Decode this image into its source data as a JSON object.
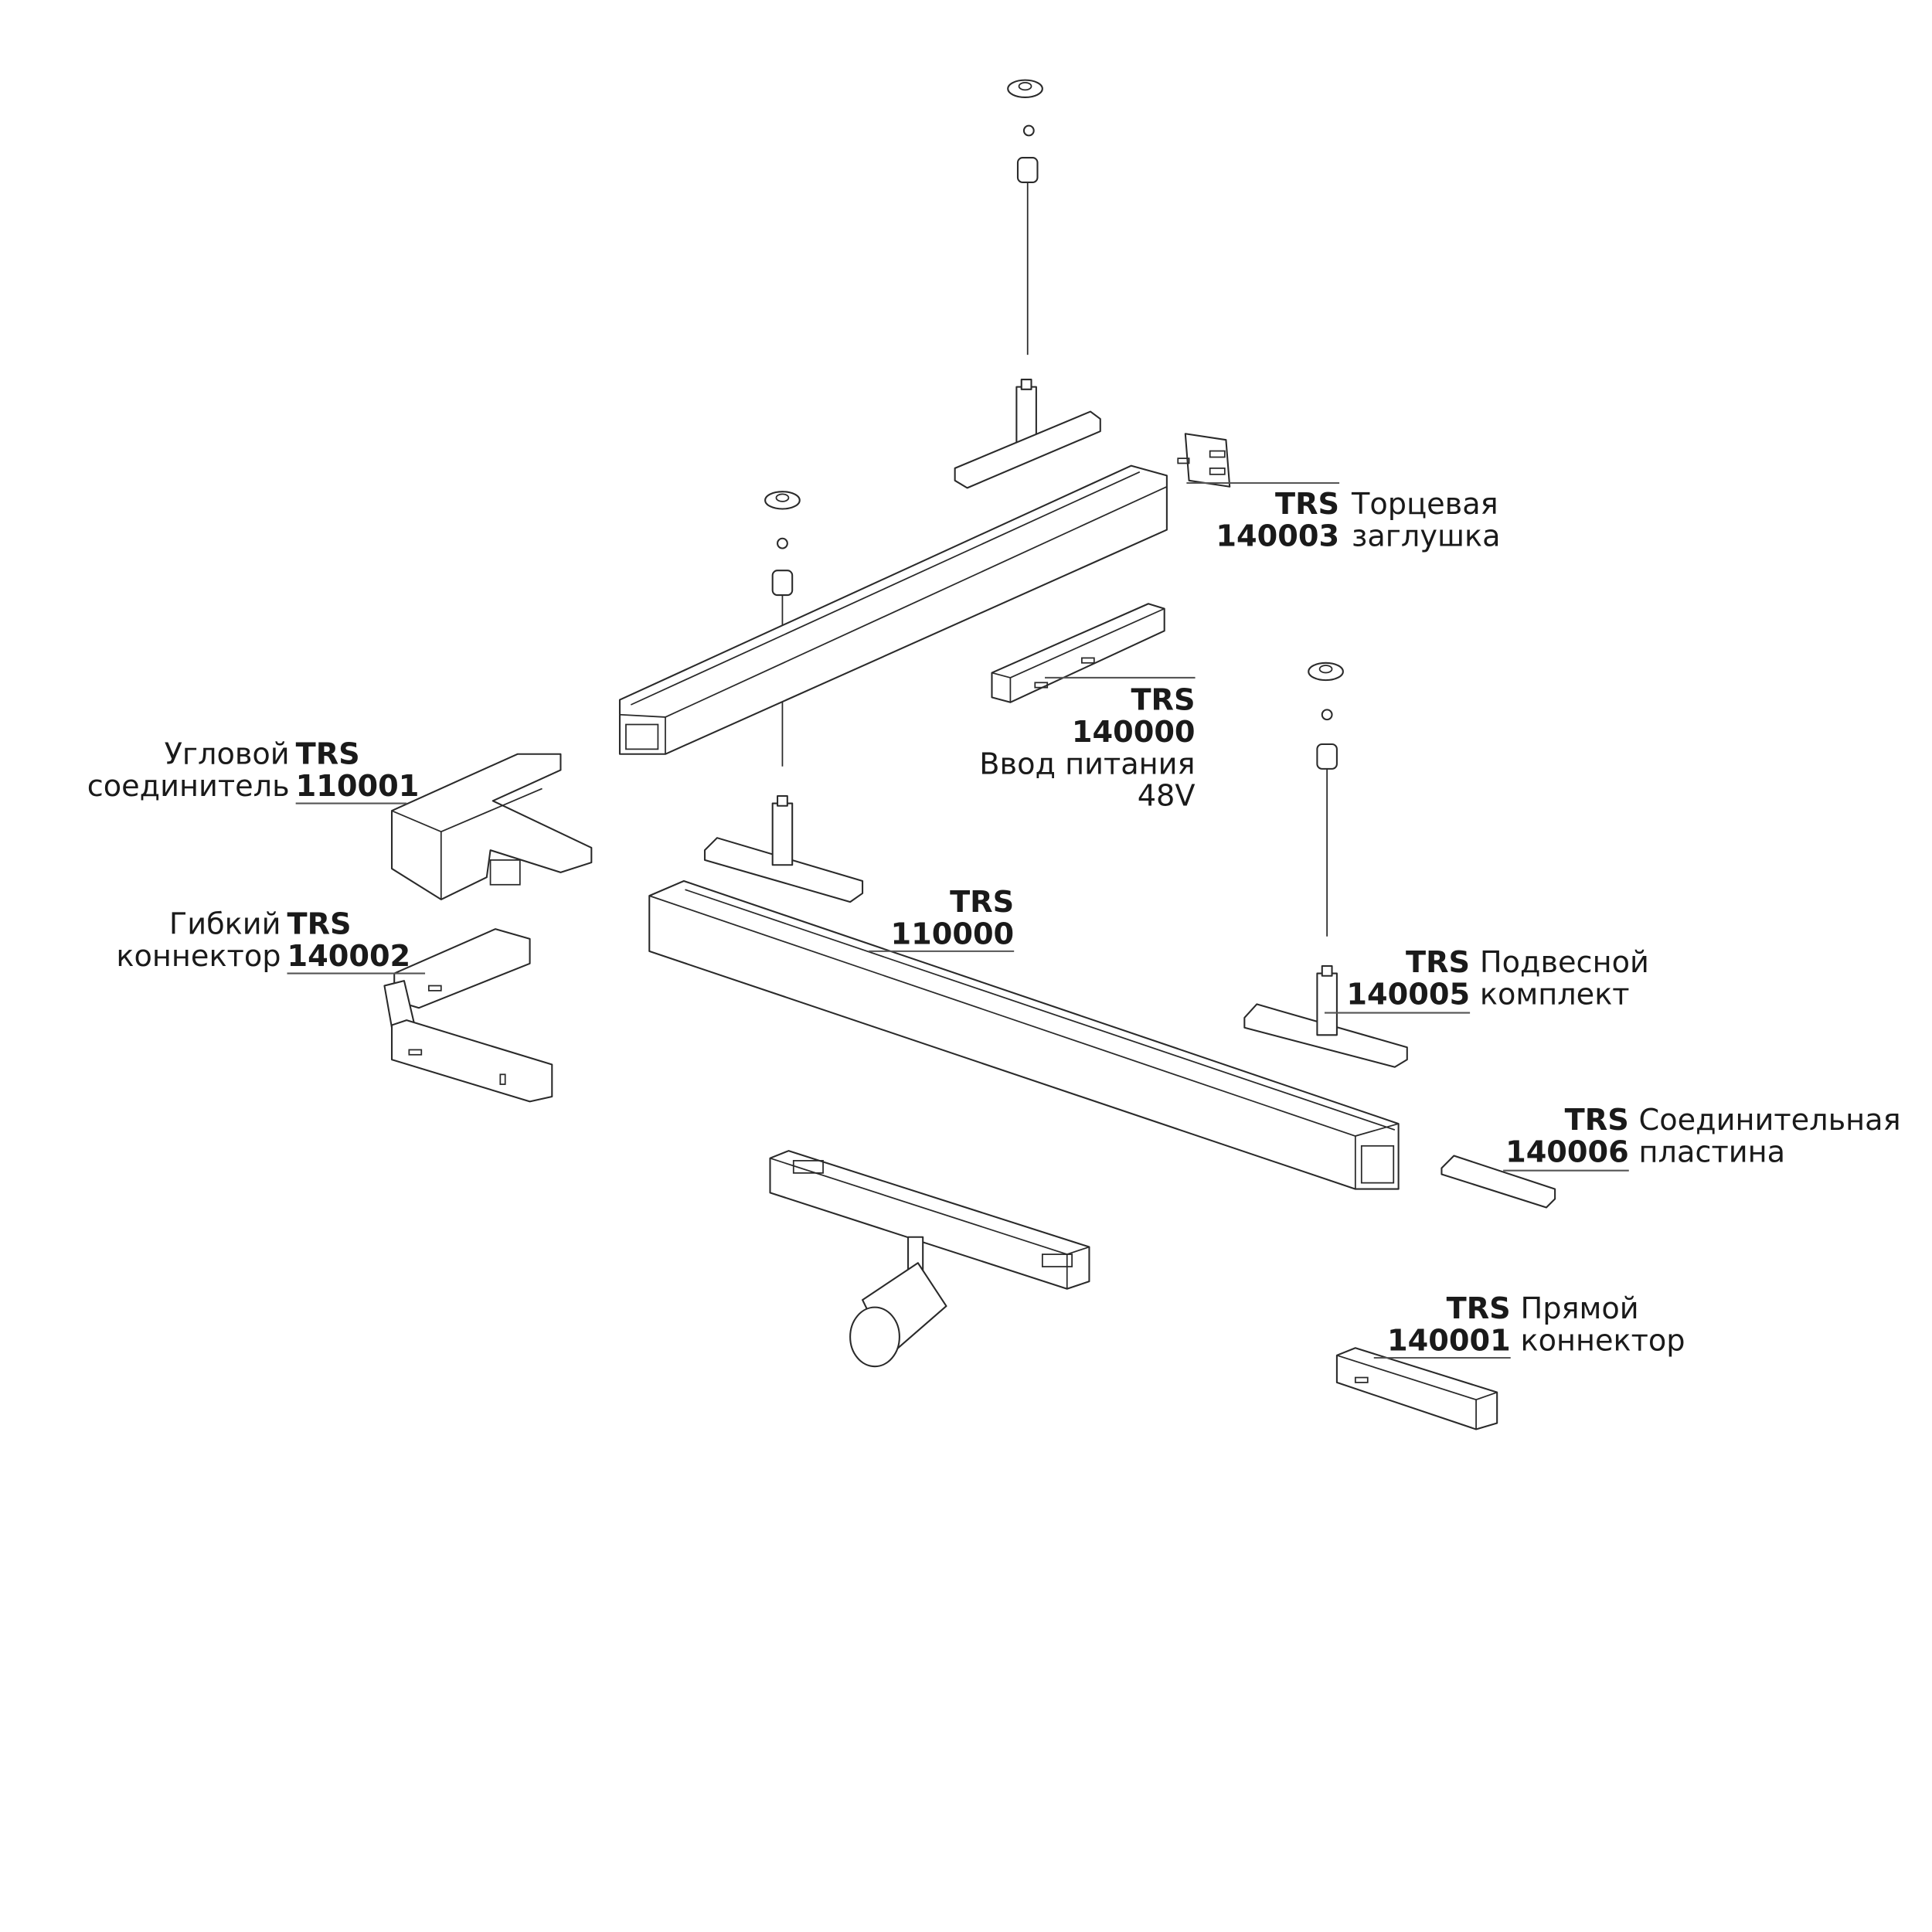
{
  "labels": {
    "end_cap": {
      "brand": "TRS",
      "code": "140003",
      "line1": "Торцевая",
      "line2": "заглушка"
    },
    "power_feed": {
      "brand": "TRS",
      "code": "140000",
      "line1": "Ввод питания",
      "line2": "48V"
    },
    "corner_connector": {
      "brand": "TRS",
      "code": "110001",
      "line1": "Угловой",
      "line2": "соединитель"
    },
    "flexible_connector": {
      "brand": "TRS",
      "code": "140002",
      "line1": "Гибкий",
      "line2": "коннектор"
    },
    "track": {
      "brand": "TRS",
      "code": "110000"
    },
    "suspension_kit": {
      "brand": "TRS",
      "code": "140005",
      "line1": "Подвесной",
      "line2": "комплект"
    },
    "connecting_plate": {
      "brand": "TRS",
      "code": "140006",
      "line1": "Соединительная",
      "line2": "пластина"
    },
    "straight_connector": {
      "brand": "TRS",
      "code": "140001",
      "line1": "Прямой",
      "line2": "коннектор"
    }
  }
}
